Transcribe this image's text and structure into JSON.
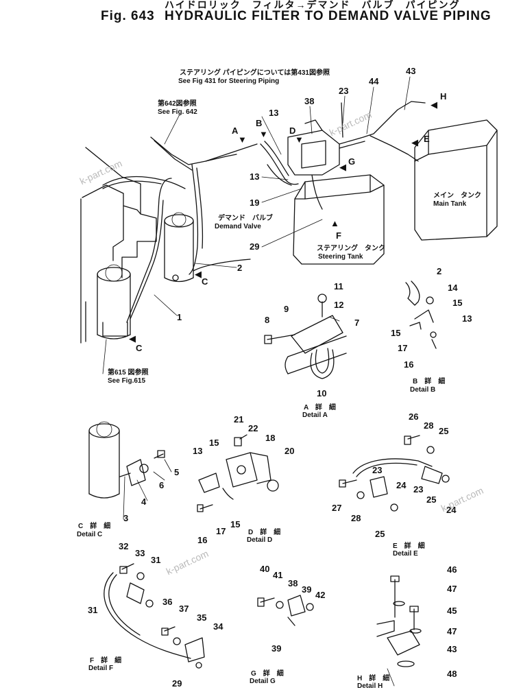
{
  "title": {
    "jp": "ハイドロリック　フィルタ→デマンド　バルブ　パイピング",
    "fig": "Fig. 643",
    "en": "HYDRAULIC FILTER TO DEMAND VALVE PIPING"
  },
  "notes": {
    "steering_jp": "ステアリング パイピングについては第431図参照",
    "steering_en": "See Fig 431 for Steering Piping",
    "fig642_jp": "第642図参照",
    "fig642_en": "See  Fig. 642",
    "fig615_jp": "第615 図参照",
    "fig615_en": "See  Fig.615",
    "demand_jp": "デマンド　バルブ",
    "demand_en": "Demand  Valve",
    "steering_tank_jp": "ステアリング　タンク",
    "steering_tank_en": "Steering  Tank",
    "main_tank_jp": "メイン　タンク",
    "main_tank_en": "Main Tank"
  },
  "arrow_letters": {
    "a": "A",
    "b": "B",
    "c1": "C",
    "c2": "C",
    "d": "D",
    "e": "E",
    "f": "F",
    "g": "G",
    "h": "H"
  },
  "callouts": {
    "main": [
      "43",
      "44",
      "23",
      "38",
      "13",
      "13",
      "19",
      "29",
      "2",
      "1"
    ],
    "detail_a": [
      "11",
      "12",
      "7",
      "9",
      "8",
      "10"
    ],
    "detail_b": [
      "2",
      "14",
      "15",
      "13",
      "15",
      "17",
      "16"
    ],
    "detail_c": [
      "5",
      "6",
      "4",
      "3"
    ],
    "detail_d": [
      "21",
      "22",
      "18",
      "20",
      "15",
      "13",
      "16",
      "17",
      "15"
    ],
    "detail_e": [
      "26",
      "28",
      "25",
      "23",
      "24",
      "23",
      "25",
      "24",
      "27",
      "28",
      "25"
    ],
    "detail_f": [
      "32",
      "33",
      "31",
      "31",
      "36",
      "37",
      "35",
      "34",
      "29"
    ],
    "detail_g": [
      "40",
      "41",
      "38",
      "39",
      "42",
      "39"
    ],
    "detail_h": [
      "46",
      "47",
      "45",
      "47",
      "43",
      "48"
    ]
  },
  "detail_labels": {
    "a": {
      "jp": "A　詳　細",
      "en": "Detail  A"
    },
    "b": {
      "jp": "B　詳　細",
      "en": "Detail  B"
    },
    "c": {
      "jp": "C　詳　細",
      "en": "Detail  C"
    },
    "d": {
      "jp": "D　詳　細",
      "en": "Detail  D"
    },
    "e": {
      "jp": "E　詳　細",
      "en": "Detail  E"
    },
    "f": {
      "jp": "F　詳　細",
      "en": "Detail  F"
    },
    "g": {
      "jp": "G　詳　細",
      "en": "Detail  G"
    },
    "h": {
      "jp": "H　詳　細",
      "en": "Detail  H"
    }
  },
  "watermark": "k-part.com",
  "colors": {
    "ink": "#111111",
    "paper": "#ffffff",
    "watermark": "#b9b9b9"
  }
}
